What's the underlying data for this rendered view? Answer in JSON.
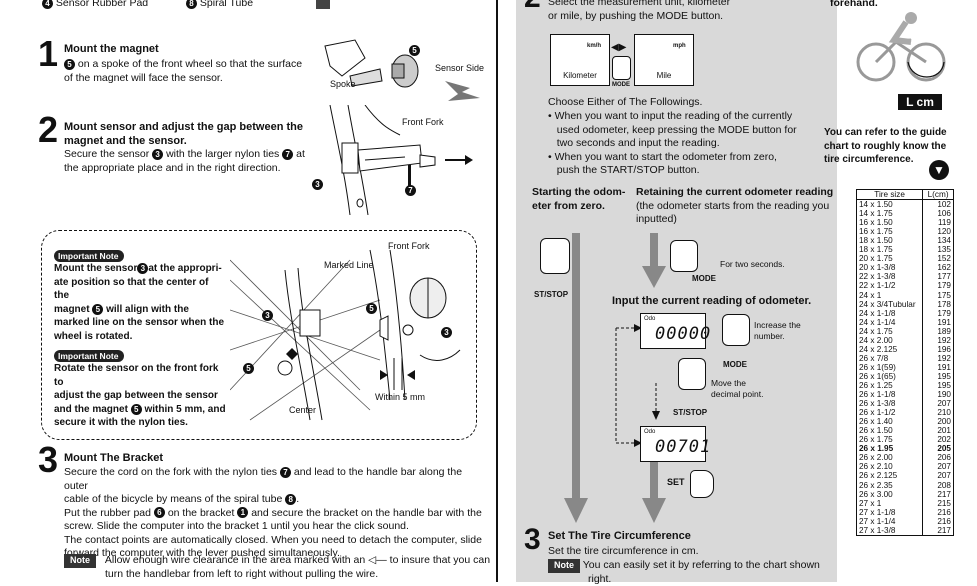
{
  "header_items": [
    {
      "no": "4",
      "label": "Sensor Rubber Pad"
    },
    {
      "no": "8",
      "label": "Spiral Tube"
    }
  ],
  "step1": {
    "num": "1",
    "title": "Mount the magnet",
    "body": [
      "on a spoke of the front wheel so that the surface",
      "of the magnet will face the sensor."
    ],
    "badge": "5",
    "labels": {
      "spoke": "Spoke",
      "sensor_side": "Sensor Side",
      "five": "5"
    }
  },
  "step2": {
    "num": "2",
    "title": [
      "Mount sensor and adjust the gap between the",
      "magnet and the sensor."
    ],
    "body": [
      "Secure the sensor",
      "with the larger nylon ties",
      "at",
      "the appropriate place and in the right direction."
    ],
    "b3": "3",
    "b7": "7",
    "labels": {
      "front_fork": "Front Fork",
      "three": "3",
      "seven": "7"
    }
  },
  "important1": {
    "tag": "Important Note",
    "lines": [
      "Mount the sensor",
      "at the appropri-",
      "ate position so that the center of the",
      "magnet",
      "will align with the",
      "marked line on the sensor when the",
      "wheel is rotated."
    ],
    "b3": "3",
    "b5": "5"
  },
  "important2": {
    "tag": "Important Note",
    "lines": [
      "Rotate the sensor on the front fork to",
      "adjust the gap between the sensor",
      "and the magnet",
      "within 5 mm, and",
      "secure it with the nylon ties."
    ],
    "b5": "5"
  },
  "diagram": {
    "front_fork": "Front Fork",
    "marked_line": "Marked Line",
    "center": "Center",
    "within": "Within 5 mm",
    "three": "3",
    "five": "5"
  },
  "step3": {
    "num": "3",
    "title": "Mount The Bracket",
    "lines": [
      "Secure the cord on the fork with the nylon ties",
      "and lead to the handle bar along the outer",
      "cable of the bicycle by means of the spiral tube",
      "Put the rubber pad",
      "on the bracket",
      "and secure the bracket on the handle bar with the",
      "screw. Slide the computer into the bracket 1 until you hear the click sound.",
      "The contact points are automatically closed. When you need to detach the computer, slide",
      "forward the computer with the lever pushed simultaneously."
    ],
    "b7": "7",
    "b8": "8",
    "b6": "6",
    "b1": "1",
    "note_tag": "Note",
    "note": [
      "Allow enough wire clearance in the area marked with an",
      "to insure that you can",
      "turn the handlebar from left to right without pulling the wire."
    ]
  },
  "right": {
    "step2num": "2",
    "top_text": [
      "Select the measurement unit, kilometer",
      "or mile, by pushing the MODE button."
    ],
    "km": "Kilometer",
    "mile": "Mile",
    "mode": "MODE",
    "kmh": "km/h",
    "mph": "mph",
    "choose": "Choose Either of The Followings.",
    "bullets": [
      [
        "When you want to input the reading of the currently",
        "used odometer, keep pressing the MODE button for",
        "two seconds and input the reading."
      ],
      [
        "When you want to start the odometer from zero,",
        "push the START/STOP button."
      ]
    ],
    "start_zero": [
      "Starting the odom-",
      "eter from zero."
    ],
    "retain": "Retaining the current odometer reading",
    "retain_sub": [
      "(the odometer starts from the reading you",
      "inputted)"
    ],
    "st_stop": "ST/STOP",
    "two_sec": "For two seconds.",
    "input_title": "Input the current reading of odometer.",
    "increase": [
      "Increase the",
      "number."
    ],
    "move": [
      "Move the",
      "decimal point."
    ],
    "odo": "Odo",
    "reading1": "00000",
    "reading2": "00701",
    "set": "SET",
    "step3num": "3",
    "step3_title": "Set The Tire Circumference",
    "step3_sub": "Set the tire circumference in cm.",
    "note_tag": "Note",
    "note": [
      "You can easily set it by referring to the chart shown",
      "right."
    ]
  },
  "side": {
    "forehand": "forehand.",
    "lcm": "L cm",
    "guide": [
      "You can refer to the guide",
      "chart to roughly know the",
      "tire circumference."
    ],
    "table_head": [
      "Tire size",
      "L(cm)"
    ],
    "rows": [
      [
        "14 x 1.50",
        "102"
      ],
      [
        "14 x 1.75",
        "106"
      ],
      [
        "16 x 1.50",
        "119"
      ],
      [
        "16 x 1.75",
        "120"
      ],
      [
        "18 x 1.50",
        "134"
      ],
      [
        "18 x 1.75",
        "135"
      ],
      [
        "20 x 1.75",
        "152"
      ],
      [
        "20 x 1-3/8",
        "162"
      ],
      [
        "22 x 1-3/8",
        "177"
      ],
      [
        "22 x 1-1/2",
        "179"
      ],
      [
        "24 x 1",
        "175"
      ],
      [
        "24 x 3/4Tubular",
        "178"
      ],
      [
        "24 x 1-1/8",
        "179"
      ],
      [
        "24 x 1-1/4",
        "191"
      ],
      [
        "24 x 1.75",
        "189"
      ],
      [
        "24 x 2.00",
        "192"
      ],
      [
        "24 x 2.125",
        "196"
      ],
      [
        "26 x 7/8",
        "192"
      ],
      [
        "26 x 1(59)",
        "191"
      ],
      [
        "26 x 1(65)",
        "195"
      ],
      [
        "26 x 1.25",
        "195"
      ],
      [
        "26 x 1-1/8",
        "190"
      ],
      [
        "26 x 1-3/8",
        "207"
      ],
      [
        "26 x 1-1/2",
        "210"
      ],
      [
        "26 x 1.40",
        "200"
      ],
      [
        "26 x 1.50",
        "201"
      ],
      [
        "26 x 1.75",
        "202"
      ],
      [
        "26 x 1.95",
        "205"
      ],
      [
        "26 x 2.00",
        "206"
      ],
      [
        "26 x 2.10",
        "207"
      ],
      [
        "26 x 2.125",
        "207"
      ],
      [
        "26 x 2.35",
        "208"
      ],
      [
        "26 x 3.00",
        "217"
      ],
      [
        "27 x 1",
        "215"
      ],
      [
        "27 x 1-1/8",
        "216"
      ],
      [
        "27 x 1-1/4",
        "216"
      ],
      [
        "27 x 1-3/8",
        "217"
      ]
    ],
    "highlight_index": 27
  }
}
